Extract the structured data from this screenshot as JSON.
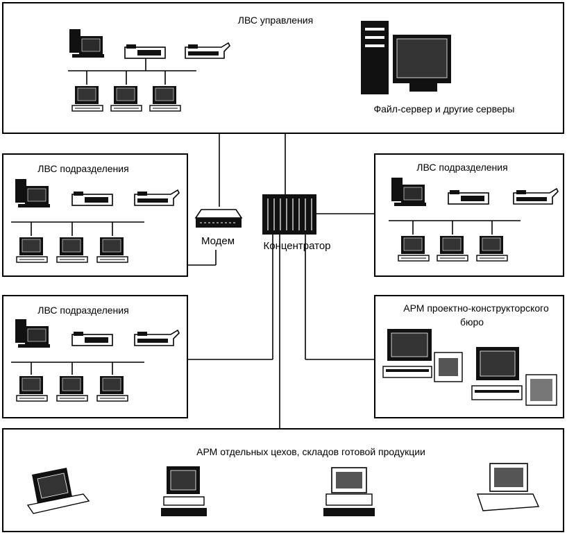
{
  "title": "",
  "labels": {
    "lan_management": "ЛВС управления",
    "file_server": "Файл-сервер и другие серверы",
    "lan_division_1": "ЛВС подразделения",
    "lan_division_2": "ЛВС подразделения",
    "lan_division_3": "ЛВС подразделения",
    "modem": "Модем",
    "hub": "Концентратор",
    "design_bureau_line1": "АРМ проектно-конструкторского",
    "design_bureau_line2": "бюро",
    "workshops": "АРМ отдельных цехов, складов готовой продукции"
  },
  "icons": {
    "pc": "desktop-computer-icon",
    "printer": "printer-icon",
    "network_hub": "network-hub-icon",
    "server": "tower-server-icon",
    "modem": "modem-icon",
    "workstation": "workstation-icon"
  }
}
